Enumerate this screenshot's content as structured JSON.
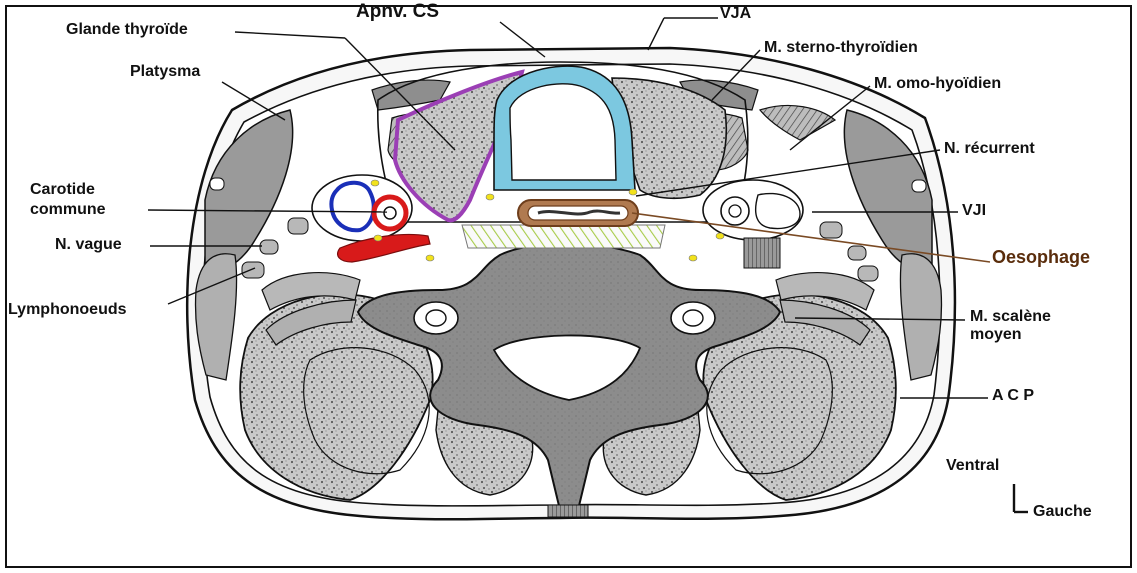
{
  "labels": {
    "apnv_cs": "Apnv. CS",
    "glande_thyroide": "Glande thyroïde",
    "platysma": "Platysma",
    "carotide_line1": "Carotide",
    "carotide_line2": "commune",
    "n_vague": "N. vague",
    "lymphonoeuds": "Lymphonoeuds",
    "vja": "VJA",
    "m_sterno_thyroidien": "M. sterno-thyroïdien",
    "m_omo_hyoidien": "M. omo-hyoïdien",
    "n_recurrent": "N. récurrent",
    "vji": "VJI",
    "oesophage": "Oesophage",
    "m_scalene_line1": "M. scalène",
    "m_scalene_line2": "moyen",
    "acp": "A C P",
    "ventral": "Ventral",
    "gauche": "Gauche"
  },
  "colors": {
    "thyroid_outline": "#9b3fb5",
    "trachea_ring": "#7cc8e0",
    "carotid_red": "#d81a1a",
    "vein_blue": "#1a2fb8",
    "esophagus_brown": "#9a6238",
    "oesophage_text": "#5a2d0c",
    "nerve_yellow": "#f2e21c",
    "prevertebral_green": "#a8cc4a",
    "muscle_gray": "#9a9a9a",
    "vertebra_gray": "#8c8c8c"
  }
}
